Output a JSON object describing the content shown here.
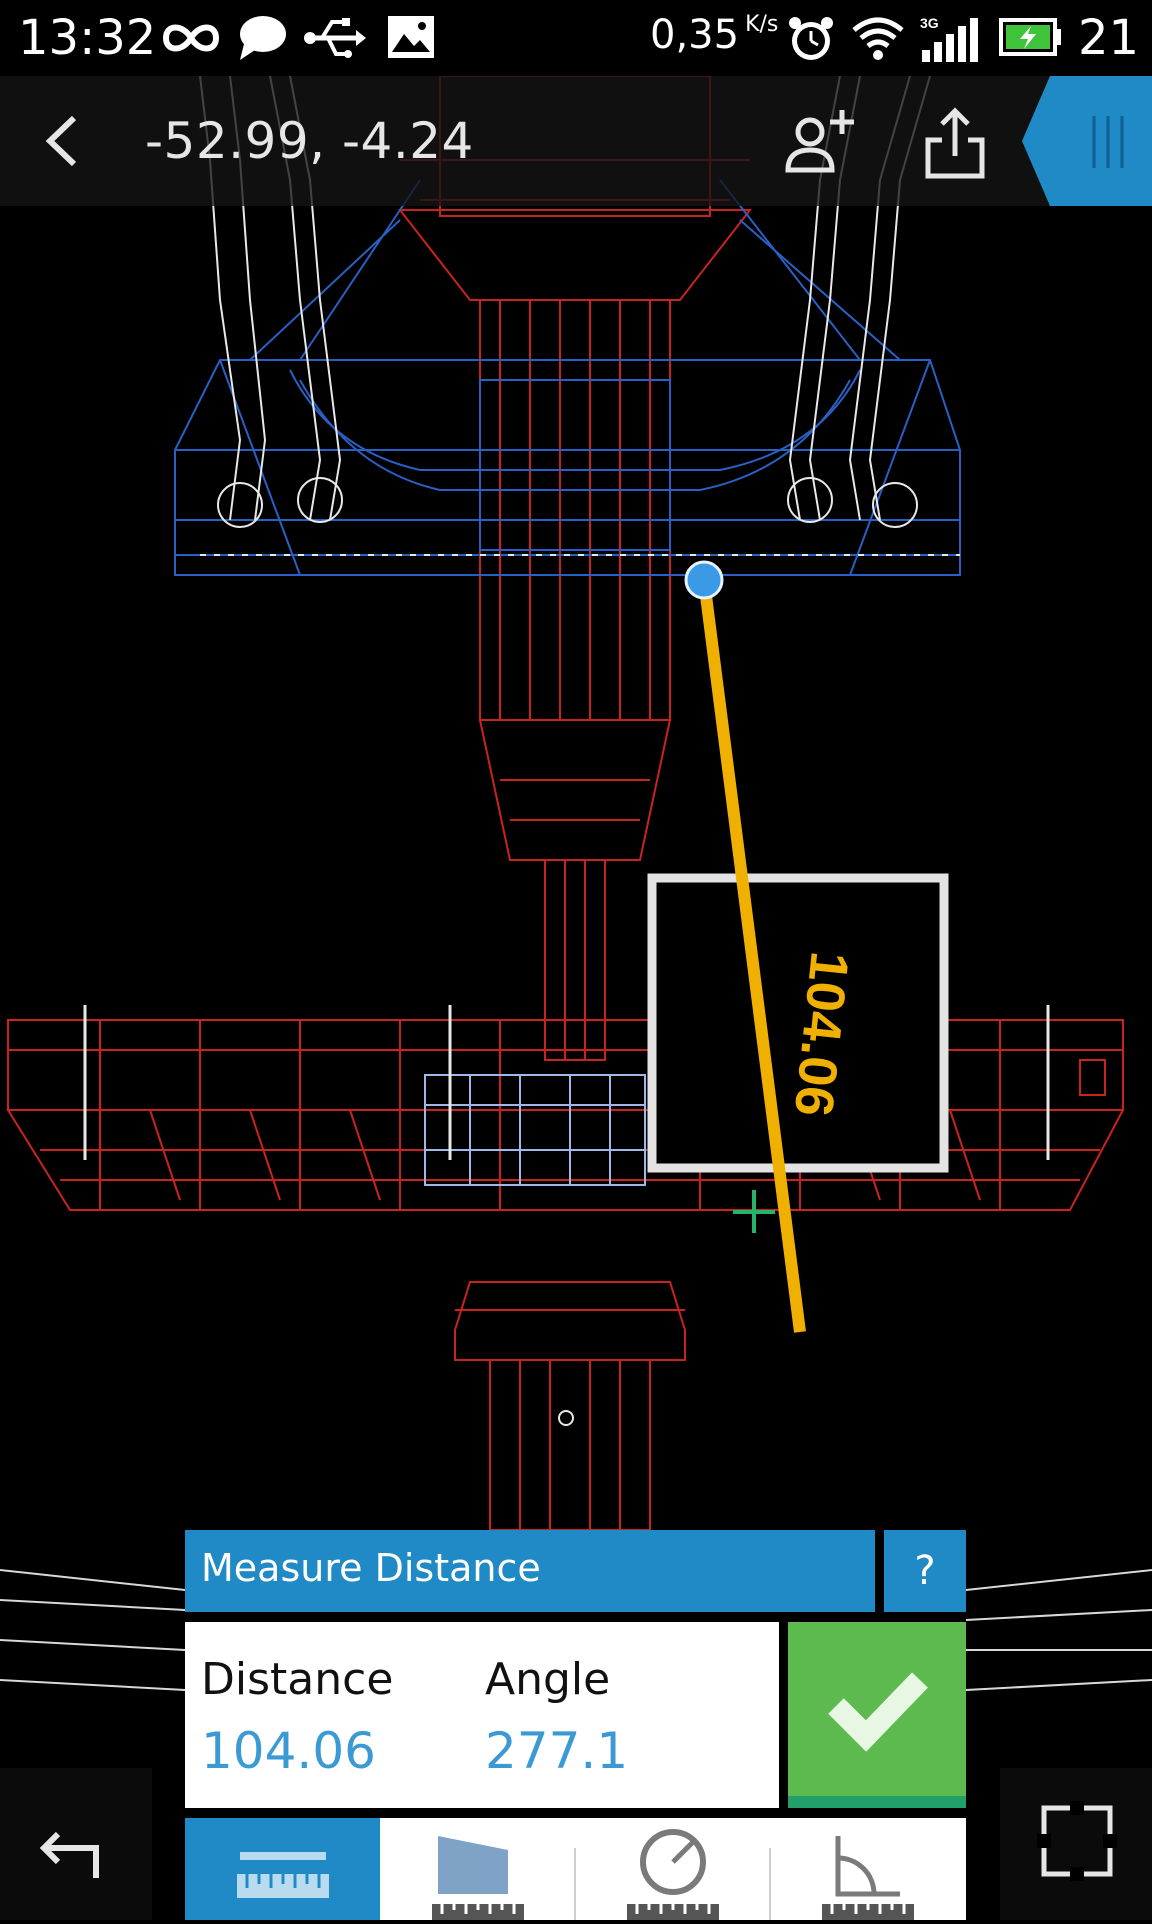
{
  "status_bar": {
    "time": "13:32",
    "net_speed": "0,35",
    "net_speed_unit": "K/s",
    "network_type": "3G",
    "battery_percent": "21",
    "icons": [
      "infinity-icon",
      "message-icon",
      "usb-icon",
      "image-icon",
      "alarm-icon",
      "wifi-icon",
      "signal-icon",
      "battery-icon"
    ]
  },
  "toolbar": {
    "coordinates": "-52.99, -4.24",
    "icons": [
      "back-arrow-icon",
      "add-user-icon",
      "share-icon",
      "drawer-handle-icon"
    ]
  },
  "drawing": {
    "measure_label": "104.06",
    "colors": {
      "structure_red": "#c9231f",
      "structure_blue": "#2a5fc4",
      "cable_white": "#e8e8e8",
      "measure_line": "#f0b000",
      "endpoint": "#3b9ae6",
      "crosshair": "#27b36a"
    }
  },
  "measure_panel": {
    "title": "Measure Distance",
    "help_label": "?",
    "distance_label": "Distance",
    "distance_value": "104.06",
    "angle_label": "Angle",
    "angle_value": "277.1",
    "confirm_icon": "check-icon"
  },
  "tools": {
    "items": [
      {
        "name": "measure-distance-tool",
        "icon": "ruler-line-icon",
        "active": true
      },
      {
        "name": "measure-area-tool",
        "icon": "ruler-area-icon",
        "active": false
      },
      {
        "name": "measure-radius-tool",
        "icon": "ruler-circle-icon",
        "active": false
      },
      {
        "name": "measure-angle-tool",
        "icon": "ruler-angle-icon",
        "active": false
      }
    ]
  },
  "bottom_controls": {
    "undo_icon": "undo-icon",
    "fullscreen_icon": "fullscreen-icon"
  },
  "colors": {
    "accent_blue": "#1f8ac6",
    "value_blue": "#3b9ad3",
    "confirm_green": "#5cba4f"
  }
}
